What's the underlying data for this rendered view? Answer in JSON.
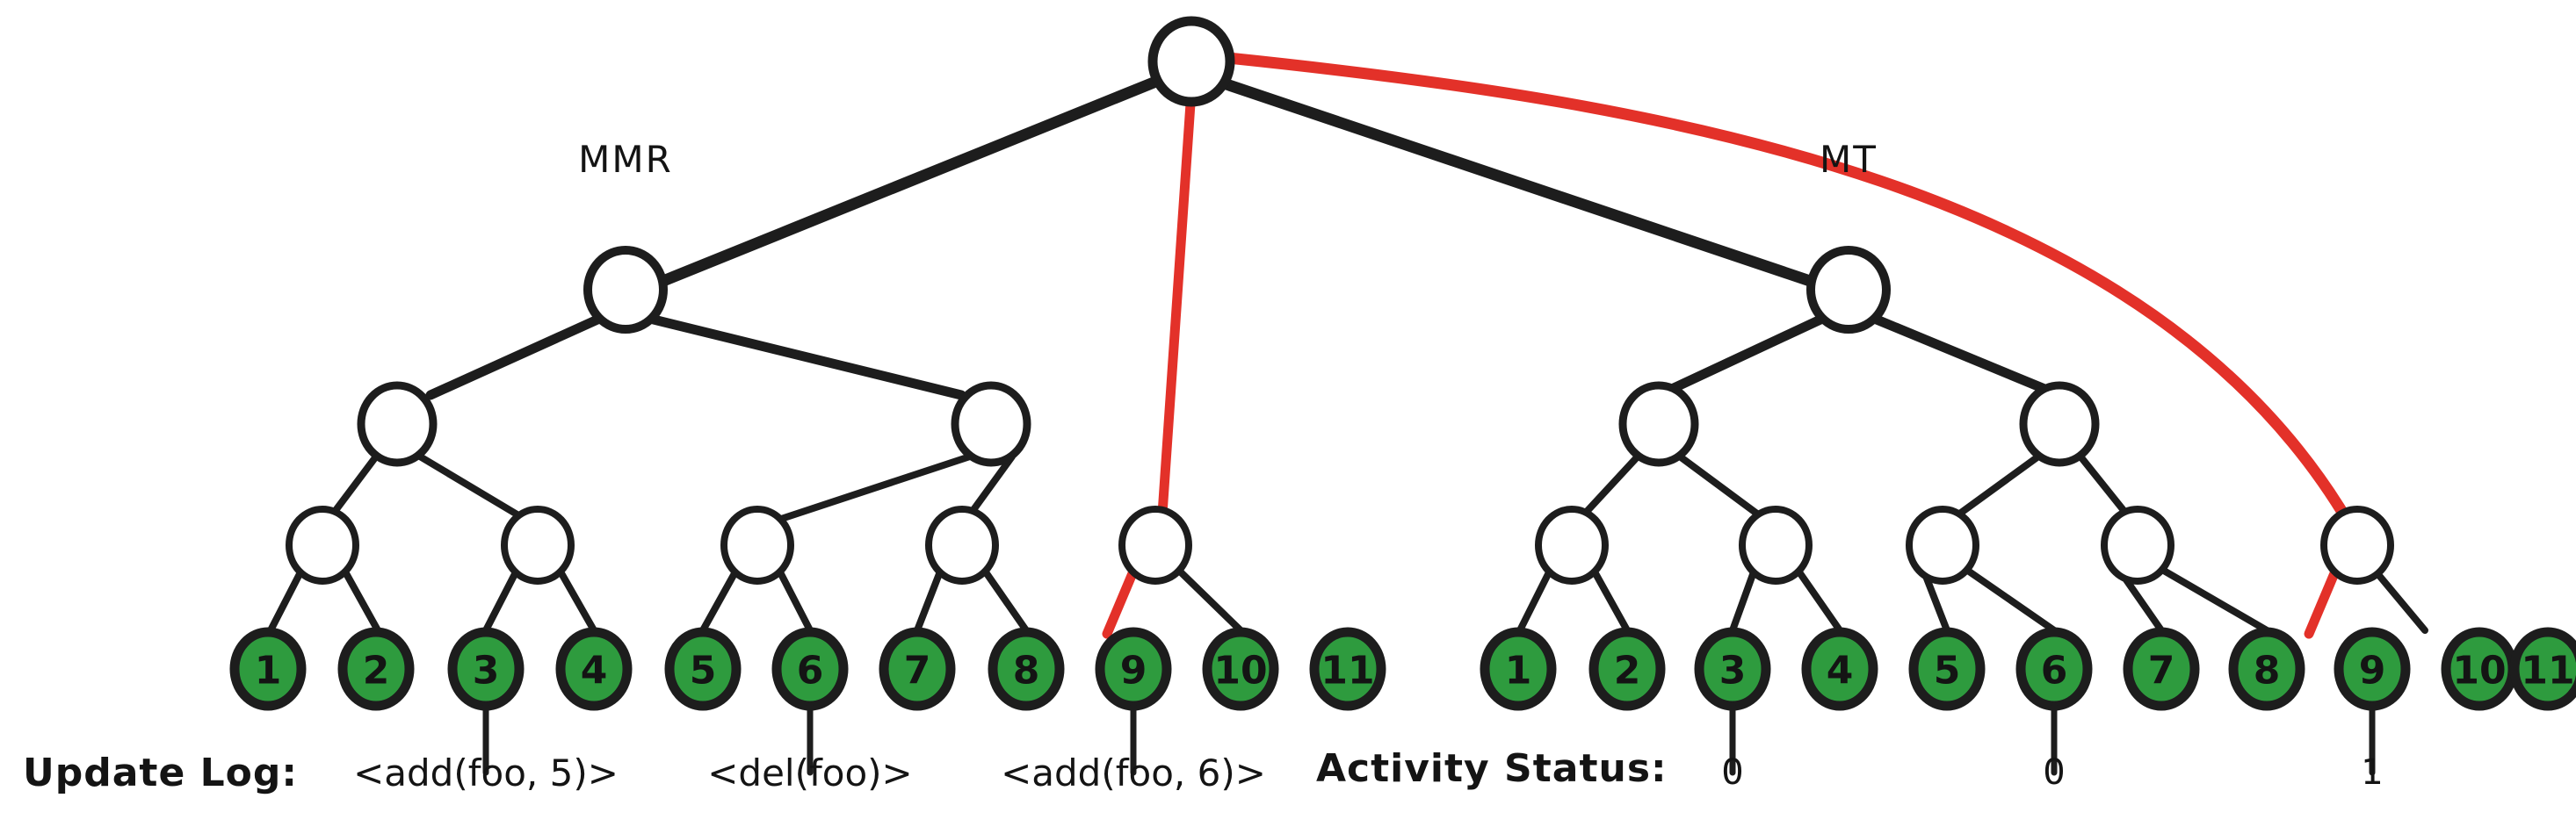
{
  "diagram": {
    "title_left": "MMR",
    "title_right": "MT",
    "leaf_fill": "#2e9b3e",
    "leaf_stroke": "#141414",
    "edge_color": "#1d1d1d",
    "highlight_color": "#e33129",
    "background": "#ffffff"
  },
  "left_tree": {
    "name": "MMR",
    "label": "MMR",
    "leaves": [
      "1",
      "2",
      "3",
      "4",
      "5",
      "6",
      "7",
      "8",
      "9",
      "10",
      "11"
    ]
  },
  "right_tree": {
    "name": "MT",
    "label": "MT",
    "leaves": [
      "1",
      "2",
      "3",
      "4",
      "5",
      "6",
      "7",
      "8",
      "9",
      "10",
      "11"
    ]
  },
  "update_log": {
    "label": "Update Log:",
    "entries": [
      {
        "leaf": "3",
        "text": "<add(foo, 5)>"
      },
      {
        "leaf": "6",
        "text": "<del(foo)>"
      },
      {
        "leaf": "9",
        "text": "<add(foo, 6)>"
      }
    ]
  },
  "activity_status": {
    "label": "Activity Status:",
    "entries": [
      {
        "leaf": "3",
        "value": "0"
      },
      {
        "leaf": "6",
        "value": "0"
      },
      {
        "leaf": "9",
        "value": "1"
      }
    ]
  },
  "highlight_path": {
    "description": "red path from shared root to leaf 9 in each tree",
    "color": "#e33129"
  }
}
